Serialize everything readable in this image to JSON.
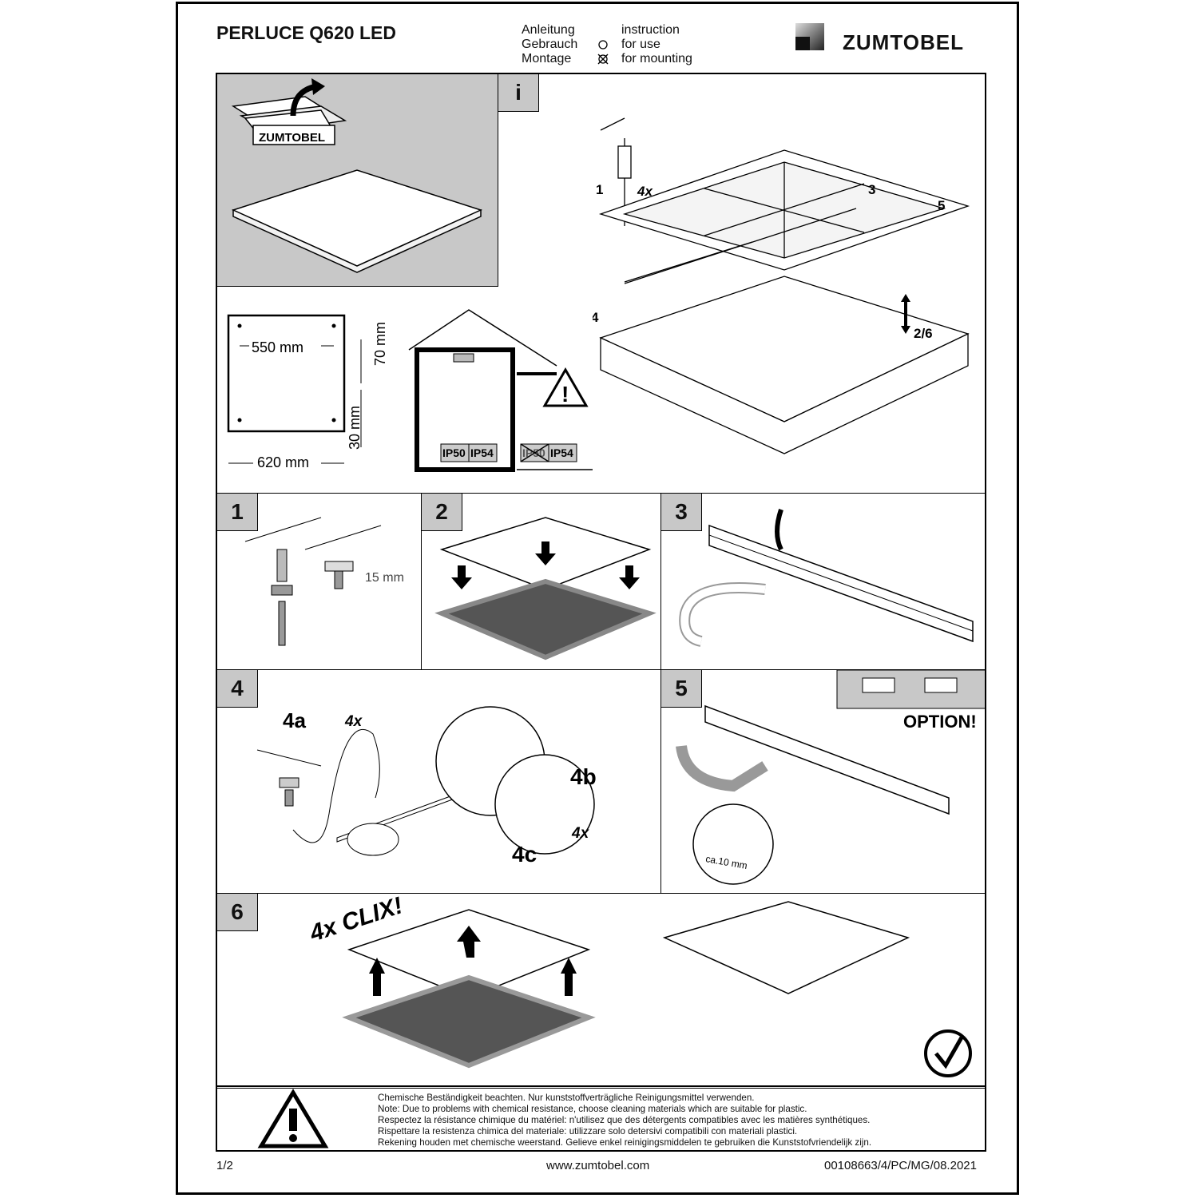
{
  "header": {
    "title": "PERLUCE Q620 LED",
    "col1": [
      "Anleitung",
      "Gebrauch",
      "Montage"
    ],
    "col2": [
      "instruction",
      "for use",
      "for mounting"
    ],
    "brand": "ZUMTOBEL"
  },
  "info": {
    "tag": "i",
    "box_brand": "ZUMTOBEL",
    "dim_550": "550 mm",
    "dim_620": "620 mm",
    "dim_70": "70 mm",
    "dim_30": "30 mm",
    "ip50": "IP50",
    "ip54": "IP54",
    "labels": {
      "l1": "1",
      "l3": "3",
      "l4": "4",
      "l5": "5",
      "l26": "2/6",
      "qty": "4x"
    }
  },
  "steps": {
    "s1": {
      "num": "1",
      "dim": "15 mm"
    },
    "s2": {
      "num": "2"
    },
    "s3": {
      "num": "3"
    },
    "s4": {
      "num": "4",
      "a": "4a",
      "b": "4b",
      "c": "4c",
      "qty1": "4x",
      "qty2": "4x"
    },
    "s5": {
      "num": "5",
      "option": "OPTION!",
      "strip": "ca.10 mm"
    },
    "s6": {
      "num": "6",
      "clix": "4x CLIX!"
    }
  },
  "note": {
    "lines": [
      "Chemische Beständigkeit beachten. Nur kunststoffverträgliche Reinigungsmittel verwenden.",
      "Note: Due to problems with chemical resistance, choose cleaning materials which are suitable for plastic.",
      "Respectez la résistance chimique du matériel: n'utilisez que des détergents compatibles avec les matières synthétiques.",
      "Rispettare la resistenza chimica del materiale: utilizzare solo detersivi compatibili con materiali plastici.",
      "Rekening houden met chemische weerstand. Gelieve enkel reinigingsmiddelen te gebruiken die Kunststofvriendelijk zijn."
    ]
  },
  "footer": {
    "page": "1/2",
    "url": "www.zumtobel.com",
    "doc": "00108663/4/PC/MG/08.2021"
  }
}
